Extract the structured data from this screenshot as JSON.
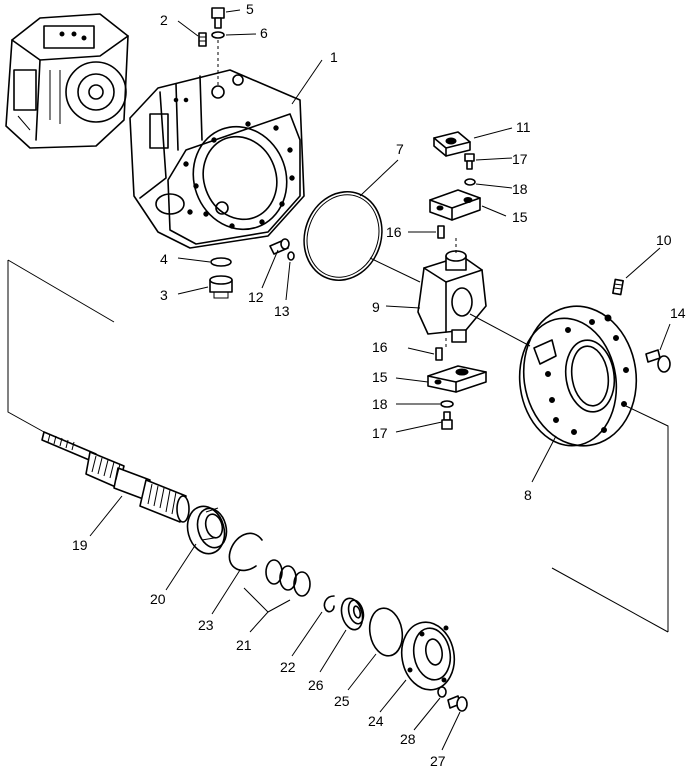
{
  "diagram": {
    "part_labels": {
      "p1": "1",
      "p2": "2",
      "p3": "3",
      "p4": "4",
      "p5": "5",
      "p6": "6",
      "p7": "7",
      "p8": "8",
      "p9": "9",
      "p10": "10",
      "p11": "11",
      "p12": "12",
      "p13": "13",
      "p14": "14",
      "p15a": "15",
      "p15b": "15",
      "p16a": "16",
      "p16b": "16",
      "p17a": "17",
      "p17b": "17",
      "p18a": "18",
      "p18b": "18",
      "p19": "19",
      "p20": "20",
      "p21": "21",
      "p22": "22",
      "p23": "23",
      "p24": "24",
      "p25": "25",
      "p26": "26",
      "p27": "27",
      "p28": "28"
    }
  }
}
